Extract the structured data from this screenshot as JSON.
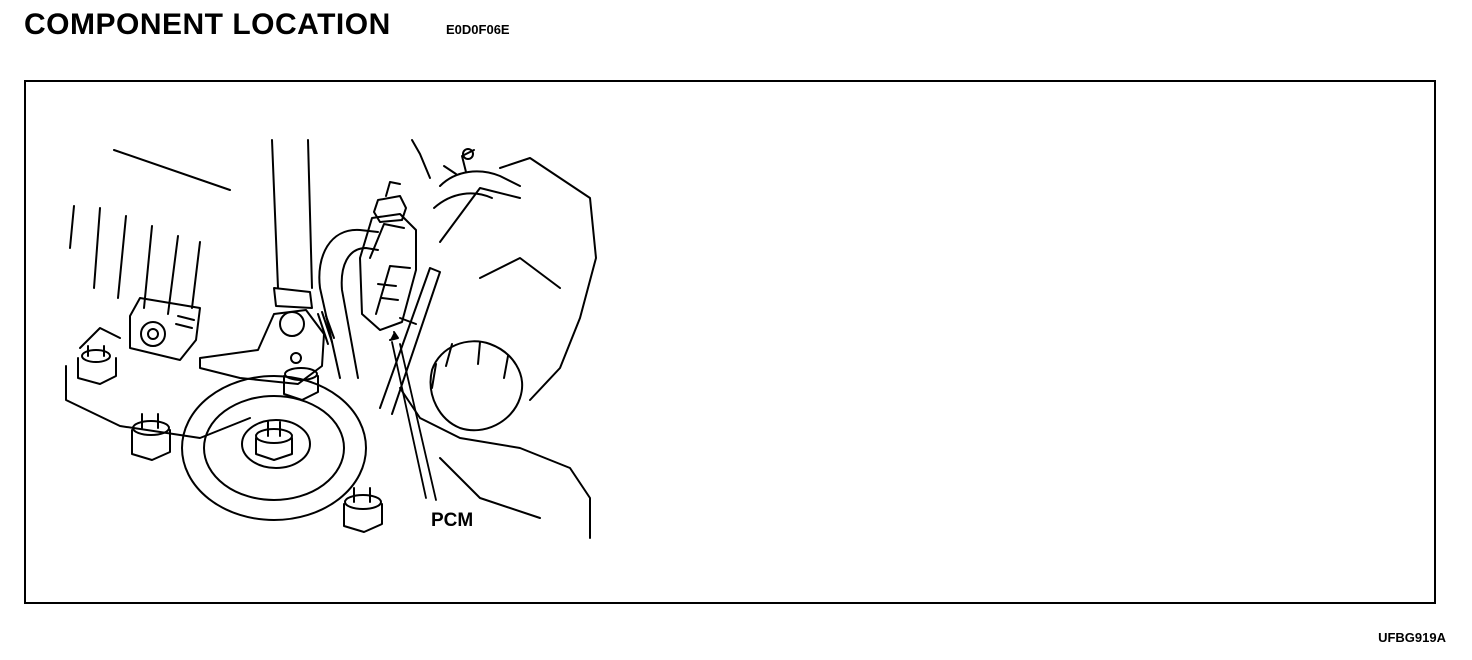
{
  "header": {
    "title": "COMPONENT LOCATION",
    "section_code": "E0D0F06E"
  },
  "figure": {
    "callout_label": "PCM",
    "figure_id": "UFBG919A"
  }
}
